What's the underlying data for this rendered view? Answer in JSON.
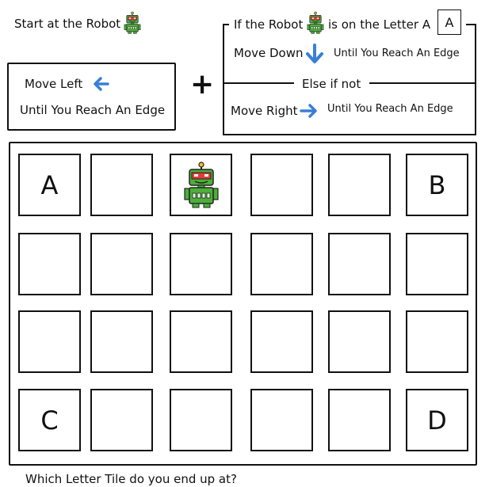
{
  "instructions": {
    "start_text": "Start at the Robot",
    "left_box": {
      "line1": "Move Left",
      "line2": "Until You Reach An Edge"
    },
    "plus": "+",
    "if_box": {
      "if_prefix": "If the Robot",
      "if_suffix": "is on the Letter A",
      "letter": "A",
      "move_down": "Move Down",
      "until_down": "Until You Reach An Edge",
      "else_label": "Else if not",
      "move_right": "Move Right",
      "until_right": "Until You Reach An Edge"
    }
  },
  "grid": {
    "rows": [
      [
        "A",
        "",
        "robot",
        "",
        "",
        "B"
      ],
      [
        "",
        "",
        "",
        "",
        "",
        ""
      ],
      [
        "",
        "",
        "",
        "",
        "",
        ""
      ],
      [
        "C",
        "",
        "",
        "",
        "",
        "D"
      ]
    ]
  },
  "question": "Which Letter Tile do you end up at?",
  "colors": {
    "arrow": "#3a7fd6",
    "robot_body": "#4caf3a",
    "robot_visor": "#e23b3b"
  }
}
